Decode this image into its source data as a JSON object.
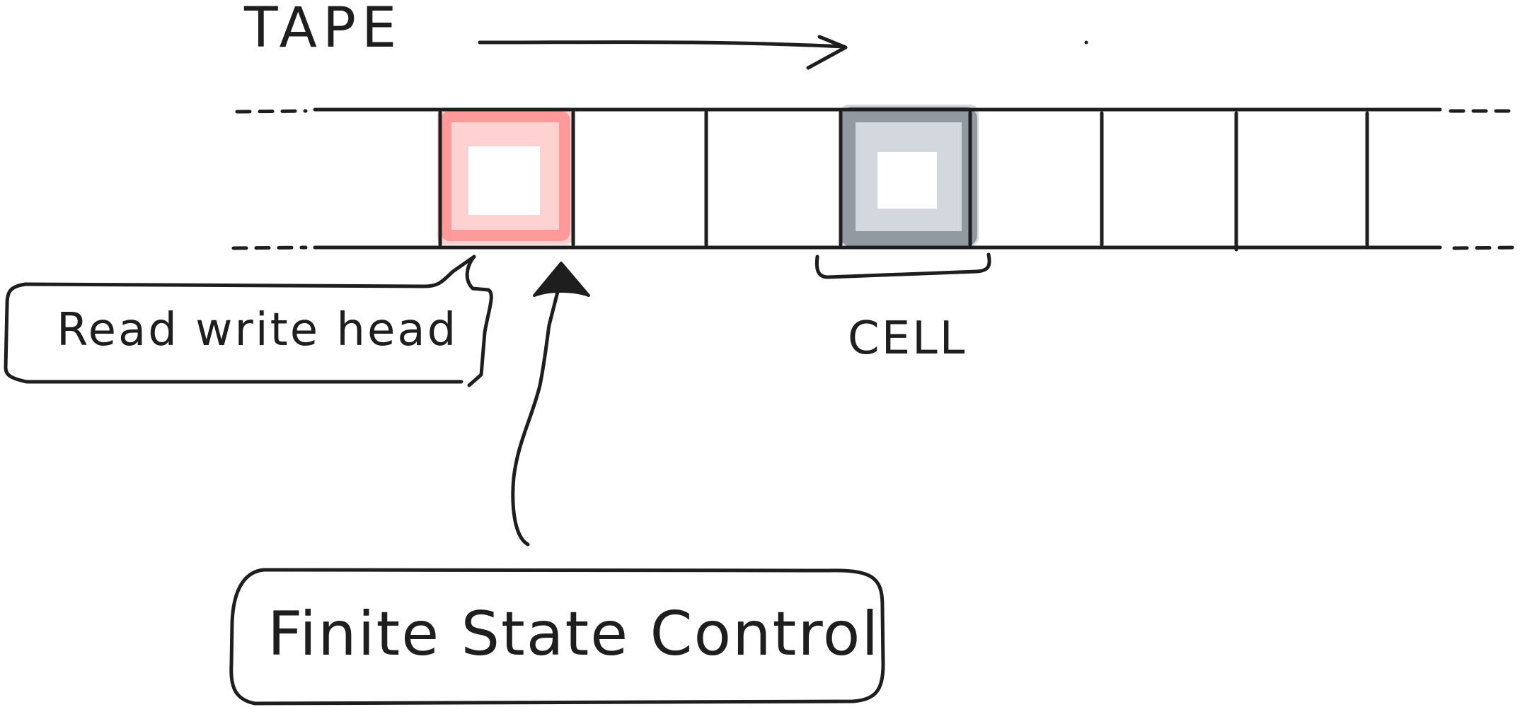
{
  "diagram": {
    "title": "TAPE",
    "labels": {
      "read_write_head": "Read write head",
      "cell": "CELL",
      "finite_state_control": "Finite State Control"
    },
    "colors": {
      "ink": "#1e1e1e",
      "head_highlight": "#ff6b6b",
      "head_highlight_light": "#ffc9c9",
      "cell_highlight": "#868e96",
      "cell_highlight_light": "#ced4da",
      "background": "#ffffff"
    }
  }
}
